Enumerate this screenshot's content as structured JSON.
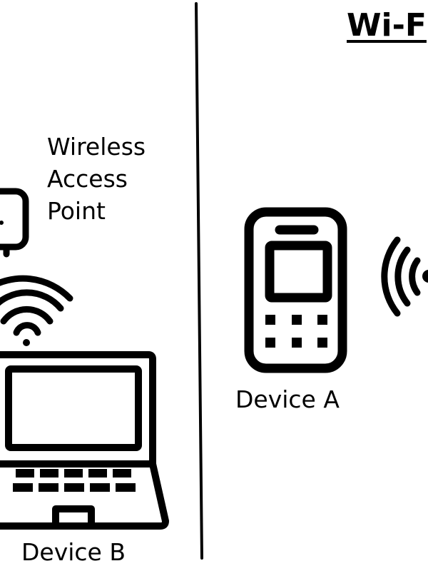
{
  "title": "Wi-F",
  "left_panel": {
    "access_point_label": [
      "Wireless",
      "Access",
      "Point"
    ],
    "device_b_label": "Device B"
  },
  "right_panel": {
    "device_a_label": "Device A"
  },
  "icons": [
    "access-point-icon",
    "wifi-signal-icon",
    "laptop-icon",
    "phone-icon",
    "wireless-broadcast-icon"
  ]
}
